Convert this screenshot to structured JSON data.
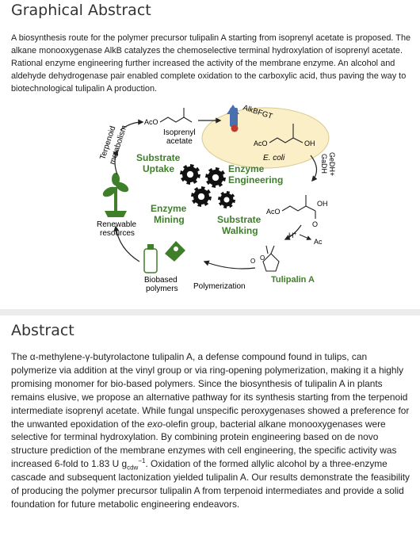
{
  "graphical_abstract": {
    "heading": "Graphical Abstract",
    "text": "A biosynthesis route for the polymer precursor tulipalin A starting from isoprenyl acetate is proposed. The alkane monooxygenase AlkB catalyzes the chemoselective terminal hydroxylation of isoprenyl acetate. Rational enzyme engineering further increased the activity of the membrane enzyme. An alcohol and aldehyde dehydrogenase pair enabled complete oxidation to the carboxylic acid, thus paving the way to biotechnological tulipalin A production.",
    "figure": {
      "terpenoid": "Terpenoid",
      "metabolism": "metabolism",
      "aco1": "AcO",
      "isoprenyl": "Isoprenyl",
      "acetate": "acetate",
      "alkbfgt": "AlkBFGT",
      "aco2": "AcO",
      "oh1": "OH",
      "ecoli": "E. coli",
      "gedh": "GeDH+",
      "gadh": "GaDH",
      "aco3": "AcO",
      "oh2": "OH",
      "o_label": "O",
      "h_plus": "H",
      "h_plus_sup": "+",
      "ac": "Ac",
      "o_ring": "O",
      "o_carbonyl": "O",
      "tulipalin": "Tulipalin A",
      "substrate1": "Substrate",
      "uptake": "Uptake",
      "enzyme1": "Enzyme",
      "engineering": "Engineering",
      "enzyme2": "Enzyme",
      "mining": "Mining",
      "substrate2": "Substrate",
      "walking": "Walking",
      "renewable": "Renewable",
      "resources": "resources",
      "biobased": "Biobased",
      "polymers": "polymers",
      "polymerization": "Polymerization",
      "colors": {
        "green": "#3f7f2a",
        "ellipse": "#fbefc8",
        "enzyme_blue": "#4a6fae",
        "heme_red": "#c0392b",
        "gear": "#111111"
      }
    }
  },
  "abstract": {
    "heading": "Abstract",
    "text_main": "The α-methylene-γ-butyrolactone tulipalin A, a defense compound found in tulips, can polymerize via addition at the vinyl group or via ring-opening polymerization, making it a highly promising monomer for bio-based polymers. Since the biosynthesis of tulipalin A in plants remains elusive, we propose an alternative pathway for its synthesis starting from the terpenoid intermediate isoprenyl acetate. While fungal unspecific peroxygenases showed a preference for the unwanted epoxidation of the ",
    "text_exo": "exo",
    "text_mid": "-olefin group, bacterial alkane monooxygenases were selective for terminal hydroxylation. By combining protein engineering based on de novo structure prediction of the membrane enzymes with cell engineering, the specific activity was increased 6-fold to 1.83 U g",
    "unit_sub": "cdw",
    "unit_sup": "−1",
    "text_end": ". Oxidation of the formed allylic alcohol by a three-enzyme cascade and subsequent lactonization yielded tulipalin A. Our results demonstrate the feasibility of producing the polymer precursor tulipalin A from terpenoid intermediates and provide a solid foundation for future metabolic engineering endeavors."
  }
}
